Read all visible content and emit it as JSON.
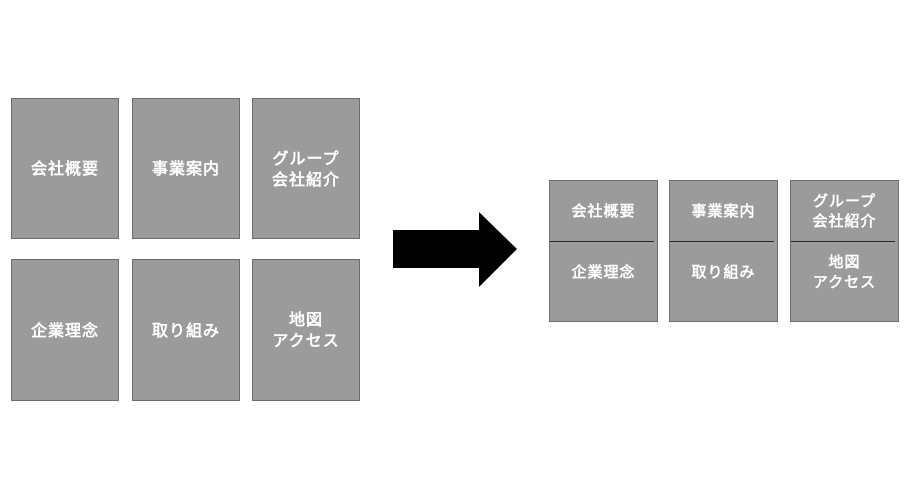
{
  "before": {
    "boxes": [
      {
        "label": "会社概要"
      },
      {
        "label": "事業案内"
      },
      {
        "label": "グループ\n会社紹介"
      },
      {
        "label": "企業理念"
      },
      {
        "label": "取り組み"
      },
      {
        "label": "地図\nアクセス"
      }
    ]
  },
  "after": {
    "cards": [
      {
        "top": "会社概要",
        "bottom": "企業理念"
      },
      {
        "top": "事業案内",
        "bottom": "取り組み"
      },
      {
        "top": "グループ\n会社紹介",
        "bottom": "地図\nアクセス"
      }
    ]
  },
  "colors": {
    "box_fill": "#9b9b9b",
    "box_border": "#6e6e6e",
    "text": "#ffffff",
    "arrow": "#000000",
    "divider": "#2a2a2a"
  }
}
